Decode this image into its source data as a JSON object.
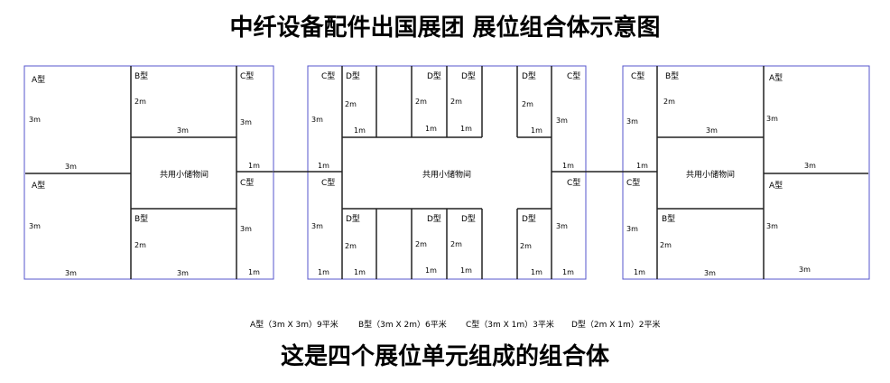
{
  "title": "中纤设备配件出国展团 展位组合体示意图",
  "subtitle": "这是四个展位单元组成的组合体",
  "legend": [
    "A型（3m X 3m）9平米",
    "B型（3m X 2m）6平米",
    "C型（3m X 1m）3平米",
    "D型（2m X 1m）2平米"
  ],
  "labels": {
    "A": "A型",
    "B": "B型",
    "C": "C型",
    "D": "D型",
    "storage": "共用小储物间",
    "d1": "1m",
    "d2": "2m",
    "d3": "3m"
  },
  "colors": {
    "booth_border": "#5555cc",
    "wall": "#222222"
  }
}
